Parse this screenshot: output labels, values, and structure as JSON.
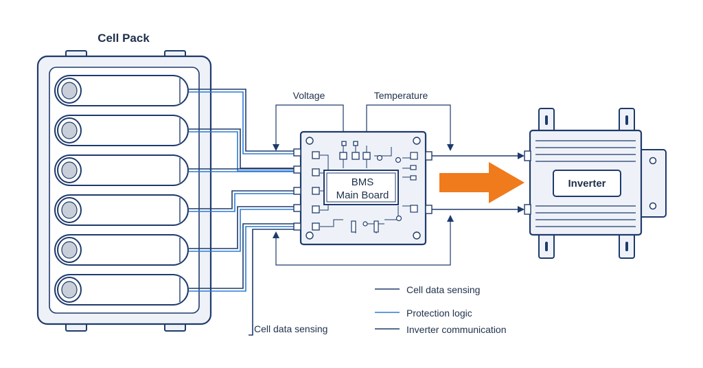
{
  "title": "Cell Pack",
  "labels": {
    "voltage": "Voltage",
    "temperature": "Temperature",
    "bms_line1": "BMS",
    "bms_line2": "Main Board",
    "inverter": "Inverter",
    "cell_data_sensing_bottom": "Cell data sensing"
  },
  "legend": [
    {
      "label": "Cell data sensing",
      "color": "#1e3a6b"
    },
    {
      "label": "Protection logic",
      "color": "#2a7ad4"
    },
    {
      "label": "Inverter communication",
      "color": "#1e3a6b"
    }
  ],
  "cell_count": 6,
  "colors": {
    "outline": "#1e3a6b",
    "wire_blue": "#2a7ad4",
    "arrow": "#f07b1d",
    "fill": "#eef2f8",
    "cell_face": "#c9cfd8"
  }
}
